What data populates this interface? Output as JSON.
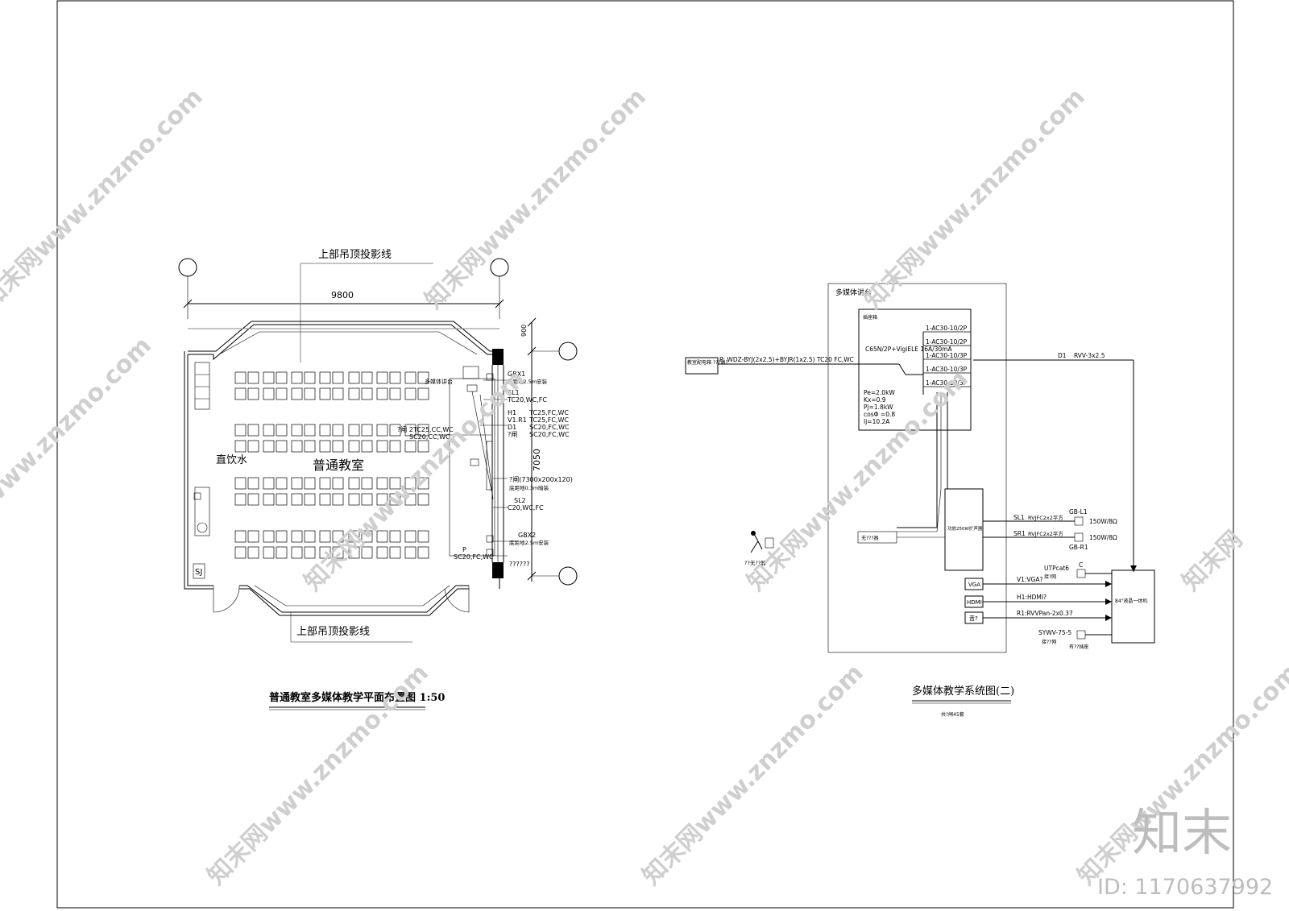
{
  "plan": {
    "ceiling_projection_top": "上部吊顶投影线",
    "ceiling_projection_bottom": "上部吊顶投影线",
    "width_dim": "9800",
    "depth_dim": "7050",
    "small_dim": "900",
    "room_name": "普通教室",
    "drinking_water": "直饮水",
    "caption": "普通教室多媒体教学平面布置图 1:50",
    "labels": {
      "gbx1": "GBX1",
      "gbx1_note": "底距地2.5m安装",
      "sl1": "SL1",
      "sl1_pipe": "TC20,WC,FC",
      "h1": "H1",
      "h1_pipe": "TC25,FC,WC",
      "v1r1": "V1.R1",
      "v1r1_pipe": "TC25,FC,WC",
      "d1": "D1",
      "d1_pipe": "SC20,FC,WC",
      "q": "?闸",
      "q_pipe": "SC20,FC,WC",
      "mid1": "?闸 2TC25,CC,WC",
      "mid2": "SC20,CC,WC",
      "screen": "?闸(7300x200x120)",
      "screen_note": "底距地0.3m暗装",
      "sl2": "SL2",
      "sl2_pipe": "C20,WC,FC",
      "gbx2": "GBX2",
      "gbx2_note": "底距地2.5m安装",
      "p": "P",
      "p_pipe": "SC20,FC,WC",
      "p_note": "??????",
      "podium": "多媒体讲台",
      "sj": "SJ"
    }
  },
  "system": {
    "podium_title": "多媒体讲台",
    "panel_title": "插座箱",
    "input_label": "P: WDZ-BYJ(2x2.5)+BYJR(1x2.5)  TC20 FC,WC",
    "source_box": "教室配电箱 ???路?",
    "breaker": "C65N/2P+VigiELE 16A/30mA",
    "load": [
      "Pe=2.0kW",
      "Kx=0.9",
      "Pj=1.8kW",
      "cosΦ =0.8",
      "Ij=10.2A"
    ],
    "outputs": [
      "1-AC30-10/2P",
      "1-AC30-10/2P",
      "1-AC30-10/3P",
      "1-AC30-10/3P",
      "1-AC30-10/3P"
    ],
    "d1_line": "RVV-3x2.5",
    "d1_tag": "D1",
    "amp": "功放250W扩声器",
    "mic": "无???器",
    "mic_caption": "??无??器",
    "sl1": "SL1",
    "sr1": "SR1",
    "sl1_cable": "RVJFC2x2平方",
    "sr1_cable": "RVJFC2x2平方",
    "gbl1": "GB-L1",
    "gbr1": "GB-R1",
    "spk_power": "150W/8Ω",
    "spk_power2": "150W/8Ω",
    "utp": "UTPcat6",
    "utp_note": "接?网",
    "c": "C",
    "vga": "VGA",
    "hdmi": "HDMI",
    "audio": "音?",
    "v1": "V1:VGA?",
    "h1": "H1:HDMI?",
    "r1": "R1:RVVPan-2x0.37",
    "sywv": "SYWV-75-5",
    "sywv_note": "接??网",
    "tv_note": "有??插座",
    "display": "84\"液晶一体机",
    "caption": "多媒体教学系统图(二)",
    "subcaption": "共?闸45套"
  },
  "watermark": {
    "site": "www.znzmo.com",
    "brand": "知末网",
    "logo": "知末",
    "id": "ID: 1170637992"
  }
}
